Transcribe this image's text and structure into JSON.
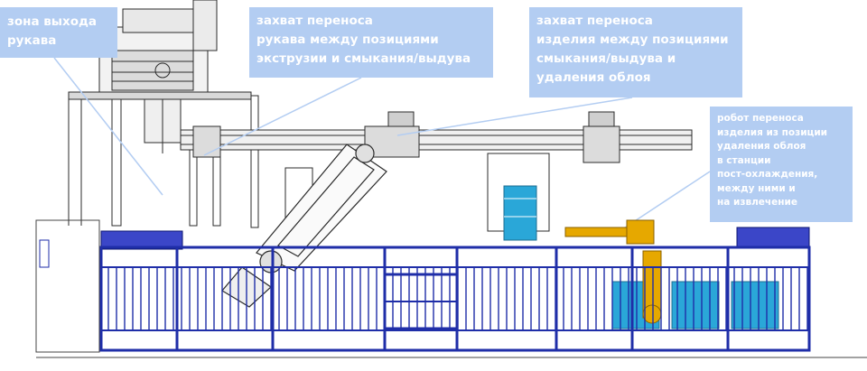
{
  "colors": {
    "callout_bg": "#b3cdf2",
    "callout_text": "#ffffff",
    "guard_blue": "#1f2ea8",
    "guard_fill": "#3b46c8",
    "guard_dark": "#0e1570",
    "line_art": "#2b2b2b",
    "drum_cyan": "#2aa7d8",
    "actuator_yellow": "#e6a800"
  },
  "callouts": [
    {
      "id": "parison-exit-zone",
      "lines": [
        "зона выхода",
        "рукава"
      ]
    },
    {
      "id": "parison-transfer-gripper",
      "lines": [
        "захват переноса",
        "рукава между позициями",
        "экструзии и смыкания/выдува"
      ]
    },
    {
      "id": "article-transfer-gripper",
      "lines": [
        "захват переноса",
        "изделия между позициями",
        "смыкания/выдува и",
        "удаления облоя"
      ]
    },
    {
      "id": "transfer-robot",
      "lines": [
        "робот переноса",
        "изделия из позиции",
        "удаления облоя",
        "в станции",
        "пост-охлаждения,",
        "между ними и",
        "на извлечение"
      ]
    }
  ],
  "icons": {
    "extruder": "extruder-head-icon",
    "gantry": "gantry-rail-icon",
    "robot_arm": "robot-arm-icon",
    "guard": "safety-fence-icon",
    "drum": "blue-drum-icon",
    "actuator": "yellow-actuator-icon"
  }
}
